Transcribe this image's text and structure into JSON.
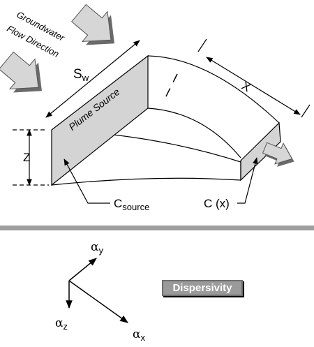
{
  "diagram": {
    "flow_label_line1": "Groundwater",
    "flow_label_line2": "Flow Direction",
    "source_label": "Plume Source",
    "width_symbol": "S",
    "width_subscript": "w",
    "length_label": "X",
    "depth_label": "Z",
    "source_conc_symbol": "C",
    "source_conc_subscript": "source",
    "plume_conc_label": "C (x)"
  },
  "dispersivity": {
    "badge_label": "Dispersivity",
    "alpha_symbol": "α",
    "y_subscript": "y",
    "z_subscript": "z",
    "x_subscript": "x"
  },
  "colors": {
    "arrow_fill": "#d6d6d6",
    "arrow_shadow": "#6a6a6a",
    "source_face": "#d4d4d4",
    "divider": "#9e9e9e",
    "badge_fill": "#9a9a9a"
  }
}
